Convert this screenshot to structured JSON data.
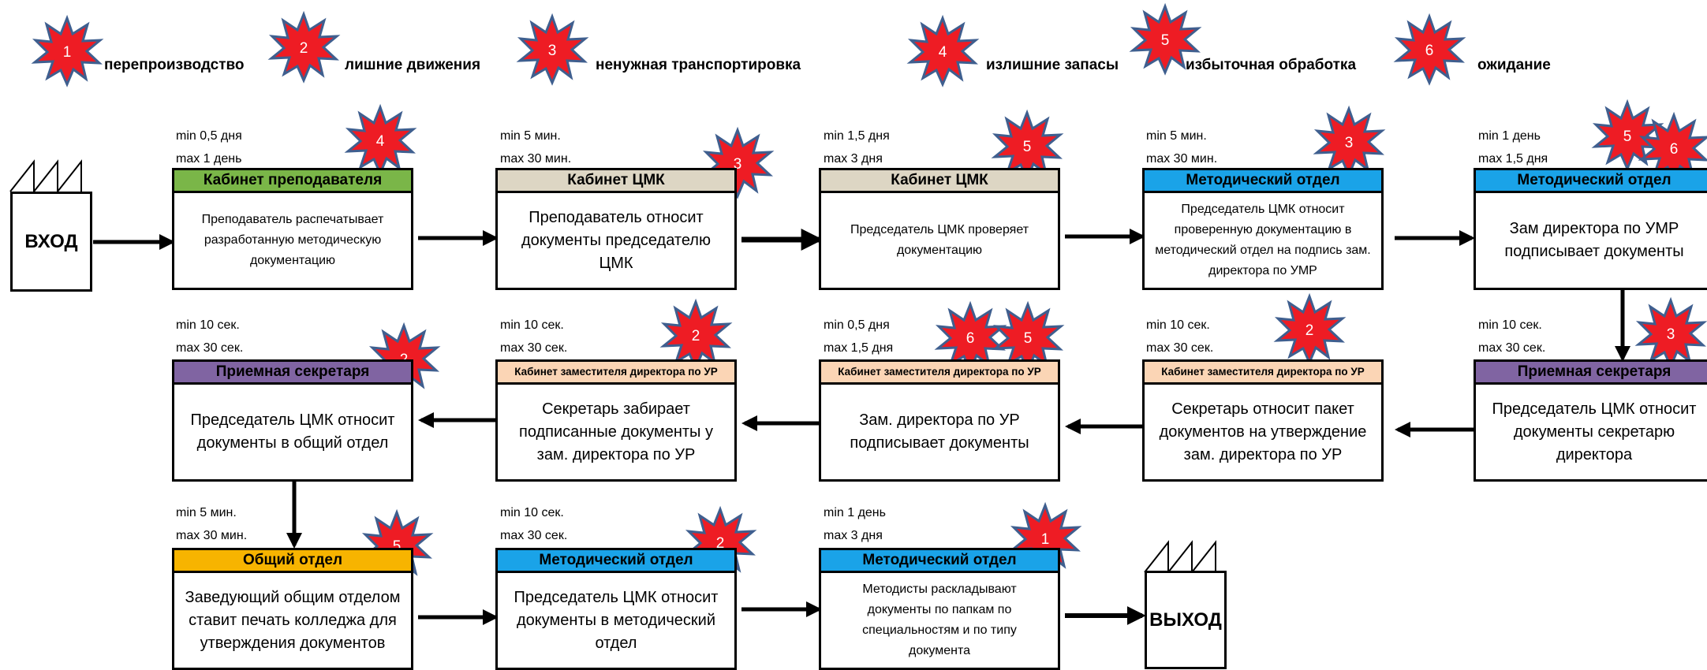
{
  "legend": [
    {
      "num": "1",
      "label": "перепроизводство"
    },
    {
      "num": "2",
      "label": "лишние движения"
    },
    {
      "num": "3",
      "label": "ненужная транспортировка"
    },
    {
      "num": "4",
      "label": "излишние запасы"
    },
    {
      "num": "5",
      "label": "избыточная обработка"
    },
    {
      "num": "6",
      "label": "ожидание"
    }
  ],
  "entry_label": "ВХОД",
  "exit_label": "ВЫХОД",
  "boxes": [
    {
      "min": "min 0,5 дня",
      "max": "max 1 день",
      "header": "Кабинет преподавателя",
      "text": "Преподаватель распечатывает разработанную методическую документацию",
      "color": "#7ab648",
      "wastes": [
        "4"
      ]
    },
    {
      "min": "min 5 мин.",
      "max": "max 30 мин.",
      "header": "Кабинет ЦМК",
      "text": "Преподаватель относит документы председателю ЦМК",
      "color": "#ddd6c4",
      "wastes": [
        "3"
      ]
    },
    {
      "min": "min 1,5 дня",
      "max": "max 3 дня",
      "header": "Кабинет ЦМК",
      "text": "Председатель ЦМК проверяет документацию",
      "color": "#ddd6c4",
      "wastes": [
        "5"
      ]
    },
    {
      "min": "min 5 мин.",
      "max": "max 30 мин.",
      "header": "Методический отдел",
      "text": "Председатель ЦМК относит проверенную документацию в методический отдел на подпись зам. директора по УМР",
      "color": "#1aa3e8",
      "wastes": [
        "3"
      ]
    },
    {
      "min": "min 1 день",
      "max": "max 1,5 дня",
      "header": "Методический отдел",
      "text": "Зам директора по УМР подписывает документы",
      "color": "#1aa3e8",
      "wastes": [
        "5",
        "6"
      ]
    },
    {
      "min": "min 10 сек.",
      "max": "max 30 сек.",
      "header": "Приемная секретаря",
      "text": "Председатель ЦМК относит документы секретарю директора",
      "color": "#8064a2",
      "wastes": [
        "3"
      ]
    },
    {
      "min": "min 10 сек.",
      "max": "max 30 сек.",
      "header": "Кабинет заместителя директора по УР",
      "text": "Секретарь относит пакет документов на утверждение зам. директора по УР",
      "color": "#fbd5b5",
      "wastes": [
        "2"
      ]
    },
    {
      "min": "min 0,5 дня",
      "max": "max 1,5 дня",
      "header": "Кабинет заместителя директора по УР",
      "text": "Зам. директора по УР подписывает документы",
      "color": "#fbd5b5",
      "wastes": [
        "6",
        "5"
      ]
    },
    {
      "min": "min 10 сек.",
      "max": "max 30 сек.",
      "header": "Кабинет заместителя директора по УР",
      "text": "Секретарь забирает подписанные документы у зам. директора по УР",
      "color": "#fbd5b5",
      "wastes": [
        "2"
      ]
    },
    {
      "min": "min 10 сек.",
      "max": "max 30 сек.",
      "header": "Приемная секретаря",
      "text": "Председатель ЦМК относит документы в общий отдел",
      "color": "#8064a2",
      "wastes": [
        "2"
      ]
    },
    {
      "min": "min 5 мин.",
      "max": "max 30 мин.",
      "header": "Общий отдел",
      "text": "Заведующий общим отделом ставит печать колледжа для утверждения документов",
      "color": "#f7b400",
      "wastes": [
        "5"
      ]
    },
    {
      "min": "min 10 сек.",
      "max": "max 30 сек.",
      "header": "Методический отдел",
      "text": "Председатель ЦМК относит документы в методический отдел",
      "color": "#1aa3e8",
      "wastes": [
        "2"
      ]
    },
    {
      "min": "min 1 день",
      "max": "max 3 дня",
      "header": "Методический отдел",
      "text": "Методисты раскладывают документы по папкам по специальностям и по типу документа",
      "color": "#1aa3e8",
      "wastes": [
        "1"
      ]
    }
  ]
}
